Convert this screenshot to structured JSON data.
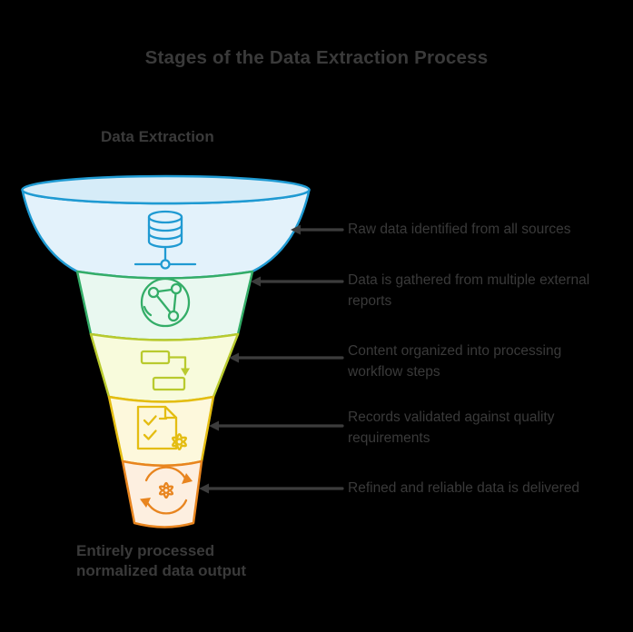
{
  "colors": {
    "background": "#000000",
    "text": "#3a3a3a",
    "connector": "#3c3c3c"
  },
  "title": "Stages of the Data Extraction Process",
  "funnel": {
    "top_label": "Data Extraction",
    "bottom_label": {
      "line1": "Entirely processed",
      "line2": "normalized data output"
    },
    "mouth_fill": "#d6ecf8",
    "stages": [
      {
        "icon": "database-icon",
        "fill": "#e3f2fb",
        "stroke": "#1f9ad2",
        "description": [
          "Raw data identified from all sources"
        ]
      },
      {
        "icon": "globe-network-icon",
        "fill": "#e9f8f0",
        "stroke": "#34ad68",
        "description": [
          "Data is gathered from multiple external",
          "reports"
        ]
      },
      {
        "icon": "flowchart-icon",
        "fill": "#f8fbdc",
        "stroke": "#b9ca2e",
        "description": [
          "Content organized into processing",
          "workflow steps"
        ]
      },
      {
        "icon": "checklist-gear-icon",
        "fill": "#fdf8dc",
        "stroke": "#e4bd12",
        "description": [
          "Records validated against quality",
          "requirements"
        ]
      },
      {
        "icon": "refresh-gear-icon",
        "fill": "#fdefe0",
        "stroke": "#e8851f",
        "description": [
          "Refined and reliable data is delivered"
        ]
      }
    ]
  }
}
